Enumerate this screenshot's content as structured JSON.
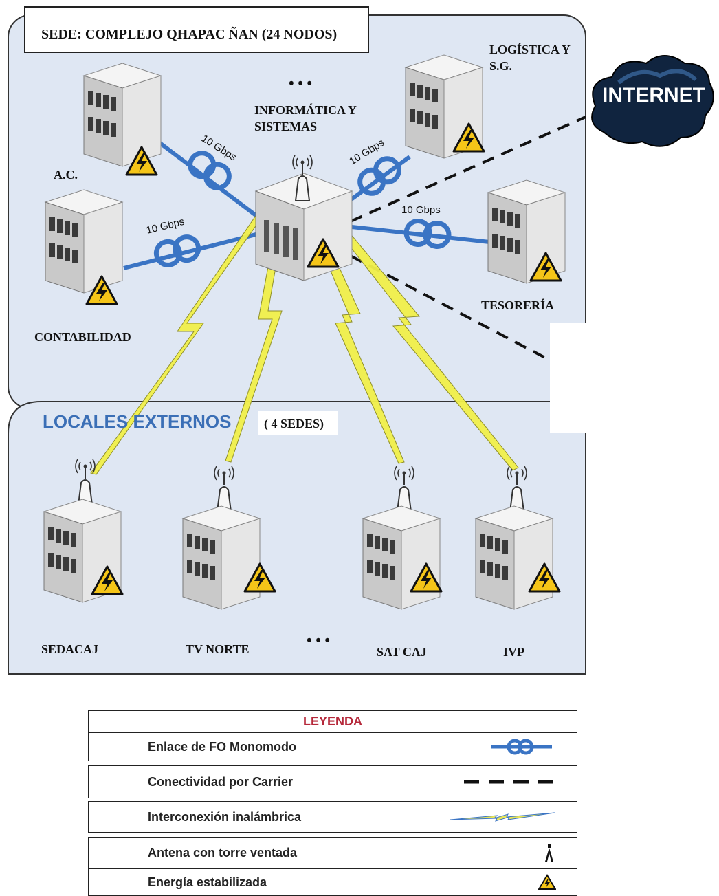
{
  "main_area": {
    "title": "SEDE: COMPLEJO QHAPAC ÑAN   (24 NODOS)",
    "ellipsis_top": "• • •",
    "center_node": {
      "line1": "INFORMÁTICA Y",
      "line2": "SISTEMAS"
    },
    "buildings": {
      "ac": "A.C.",
      "contabilidad": "CONTABILIDAD",
      "logistica_line1": "LOGÍSTICA Y",
      "logistica_line2": "S.G.",
      "tesoreria": "TESORERÍA"
    },
    "links": {
      "fiber_speed": "10 Gbps"
    },
    "internet_label": "INTERNET"
  },
  "external_area": {
    "title": "LOCALES EXTERNOS",
    "count": "( 4 SEDES)",
    "ellipsis": "• • •",
    "sites": [
      "SEDACAJ",
      "TV NORTE",
      "SAT CAJ",
      "IVP"
    ]
  },
  "legend": {
    "title": "LEYENDA",
    "items": [
      {
        "label": "Enlace de FO Monomodo",
        "icon": "fiber-link-icon"
      },
      {
        "label": "Conectividad por Carrier",
        "icon": "dashed-line-icon"
      },
      {
        "label": "Interconexión inalámbrica",
        "icon": "wireless-bolt-icon"
      },
      {
        "label": "Antena con torre ventada",
        "icon": "antenna-tower-icon"
      },
      {
        "label": "Energía estabilizada",
        "icon": "warning-power-icon"
      }
    ]
  },
  "colors": {
    "panel_bg": "#dfe7f3",
    "fiber": "#3a74c4",
    "wireless": "#f1f04a",
    "external_title": "#3b6fb6",
    "legend_title": "#b5283a",
    "cloud": "#10243f"
  }
}
